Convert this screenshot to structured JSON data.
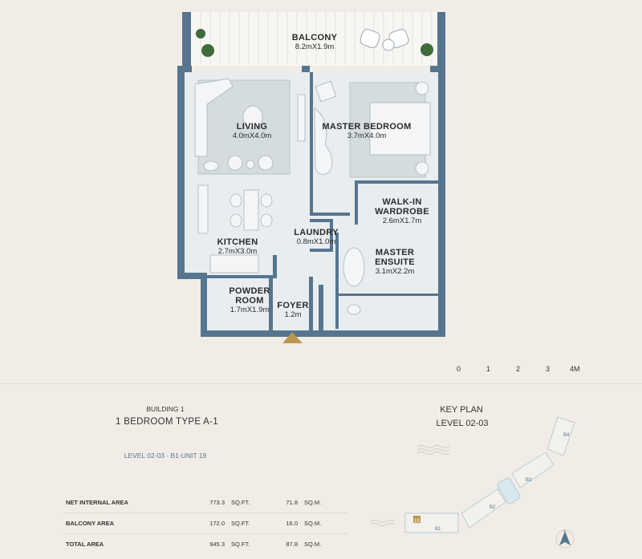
{
  "floorplan": {
    "rooms": [
      {
        "name": "BALCONY",
        "dims": "8.2mX1.9m"
      },
      {
        "name": "LIVING",
        "dims": "4.0mX4.0m"
      },
      {
        "name": "MASTER BEDROOM",
        "dims": "3.7mX4.0m"
      },
      {
        "name": "WALK-IN WARDROBE",
        "dims": "2.6mX1.7m"
      },
      {
        "name": "LAUNDRY",
        "dims": "0.8mX1.0m"
      },
      {
        "name": "KITCHEN",
        "dims": "2.7mX3.0m"
      },
      {
        "name": "MASTER ENSUITE",
        "dims": "3.1mX2.2m"
      },
      {
        "name": "POWDER ROOM",
        "dims": "1.7mX1.9m"
      },
      {
        "name": "FOYER",
        "dims": "1.2m"
      }
    ],
    "wall_color": "#56758f",
    "floor_color": "#e8edef",
    "rug_color": "#d5dcdd",
    "entry_marker_color": "#b9974e"
  },
  "scale_bar": {
    "ticks": [
      "0",
      "1",
      "2",
      "3",
      "4M"
    ]
  },
  "unit": {
    "building": "BUILDING 1",
    "type": "1 BEDROOM TYPE A-1",
    "level_unit": "LEVEL  02-03   -   B1-UNIT 19"
  },
  "areas": [
    {
      "label": "NET INTERNAL AREA",
      "sqft": "773.3",
      "sqft_unit": "SQ.FT.",
      "sqm": "71.8",
      "sqm_unit": "SQ.M."
    },
    {
      "label": "BALCONY AREA",
      "sqft": "172.0",
      "sqft_unit": "SQ.FT.",
      "sqm": "16.0",
      "sqm_unit": "SQ.M."
    },
    {
      "label": "TOTAL AREA",
      "sqft": "945.3",
      "sqft_unit": "SQ.FT.",
      "sqm": "87.8",
      "sqm_unit": "SQ.M."
    }
  ],
  "key_plan": {
    "title": "KEY PLAN",
    "level": "LEVEL 02-03",
    "buildings": [
      "B1",
      "B2",
      "B3",
      "B4"
    ],
    "highlight_unit": "19",
    "highlight_color": "#b9974e",
    "north": "N"
  }
}
